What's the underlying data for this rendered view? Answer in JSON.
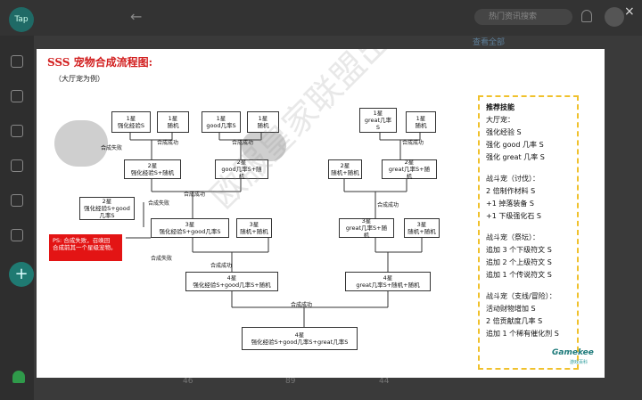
{
  "topbar": {
    "logo": "Tap",
    "search_placeholder": "热门资讯搜索",
    "close": "×"
  },
  "behind": {
    "link_text": "查看全部",
    "stats": [
      "46",
      "89",
      "44"
    ]
  },
  "doc": {
    "title": "SSS 宠物合成流程图:",
    "subtitle": "（大厅宠为例）",
    "boxes": {
      "b1": "1星\n强化经验S",
      "b2": "1星\n随机",
      "b3": "1星\ngood几率S",
      "b4": "1星\n随机",
      "b5": "2星\n强化经验S+随机",
      "b6": "2星\ngood几率S+随\n机",
      "b7": "2星\n强化经验S+good\n几率S",
      "b8": "3星\n强化经验S+good几率S",
      "b9": "3星\n随机+随机",
      "b10": "4星\n强化经验S+good几率S+随机",
      "b11": "1星\ngreat几率\nS",
      "b12": "1星\n随机",
      "b13": "2星\n随机+随机",
      "b14": "2星\ngreat几率S+随\n机",
      "b15": "3星\ngreat几率S+随\n机",
      "b16": "3星\n随机+随机",
      "b17": "4星\ngreat几率S+随机+随机",
      "b18": "4星\n强化经验S+good几率S+great几率S"
    },
    "labels": {
      "success": "合成成功",
      "fail": "合成失败"
    },
    "ps_note": "PS: 合成失败，召唤回\n合成前其一个星级宠物。",
    "tips": [
      {
        "text": "推荐技能",
        "head": true
      },
      {
        "text": "大厅宠："
      },
      {
        "text": "强化经验 S"
      },
      {
        "text": "强化 good 几率 S"
      },
      {
        "text": "强化 great 几率 S"
      },
      {
        "gap": true
      },
      {
        "text": "战斗宠（讨伐）："
      },
      {
        "text": "2 倍制作材料 S"
      },
      {
        "text": "+1 掉落装备 S"
      },
      {
        "text": "+1 下级强化石 S"
      },
      {
        "gap": true
      },
      {
        "text": "战斗宠（祭坛）："
      },
      {
        "text": "追加 3 个下级符文 S"
      },
      {
        "text": "追加 2 个上级符文 S"
      },
      {
        "text": "追加 1 个传说符文 S"
      },
      {
        "gap": true
      },
      {
        "text": "战斗宠（支线/冒险）："
      },
      {
        "text": "活动财物增加 S"
      },
      {
        "text": "2 倍贡献度几率 S"
      },
      {
        "text": "追加 1 个稀有催化剂 S"
      }
    ],
    "watermark": "欧服皇家联盟出品",
    "brand": "Gamekee",
    "brand_sub": "游戏百科"
  }
}
